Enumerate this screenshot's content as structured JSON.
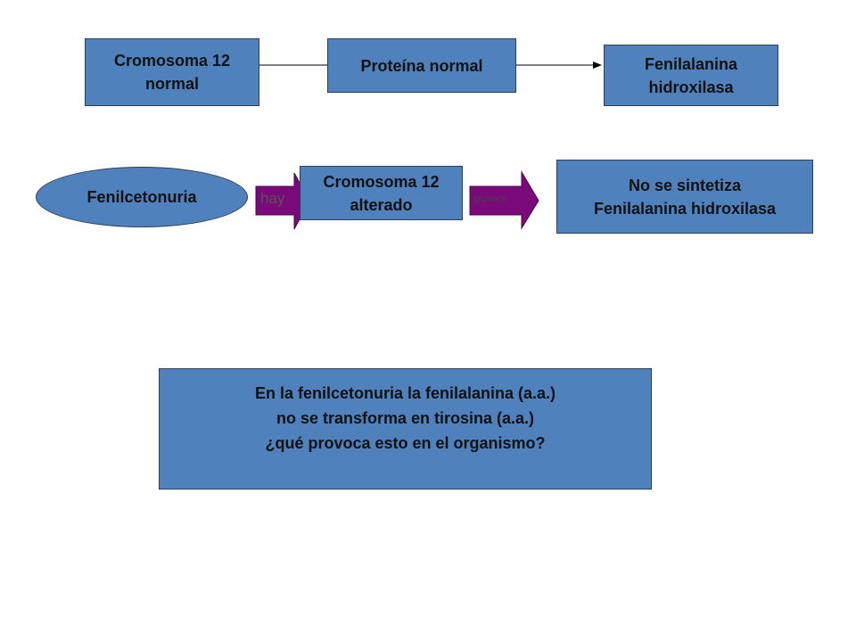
{
  "row1": {
    "box1": {
      "line1": "Cromosoma 12",
      "line2": "normal"
    },
    "box2": {
      "line1": "Proteína normal"
    },
    "box3": {
      "line1": "Fenilalanina",
      "line2": "hidroxilasa"
    }
  },
  "row2": {
    "ellipse": {
      "label": "Fenilcetonuria"
    },
    "arrow_hay": {
      "label": "hay"
    },
    "box_altered": {
      "line1": "Cromosoma 12",
      "line2": "alterado"
    },
    "arrow_provoca": {
      "label": "provoca"
    },
    "box_result": {
      "line1": "No se sintetiza",
      "line2": "Fenilalanina hidroxilasa"
    }
  },
  "question": {
    "line1": "En la fenilcetonuria la fenilalanina (a.a.)",
    "line2": "no se transforma en tirosina (a.a.)",
    "line3": "¿qué provoca esto en el organismo?"
  },
  "colors": {
    "box_fill": "#4f81bd",
    "block_arrow_fill": "#7a0a7a",
    "connector": "#000000"
  }
}
